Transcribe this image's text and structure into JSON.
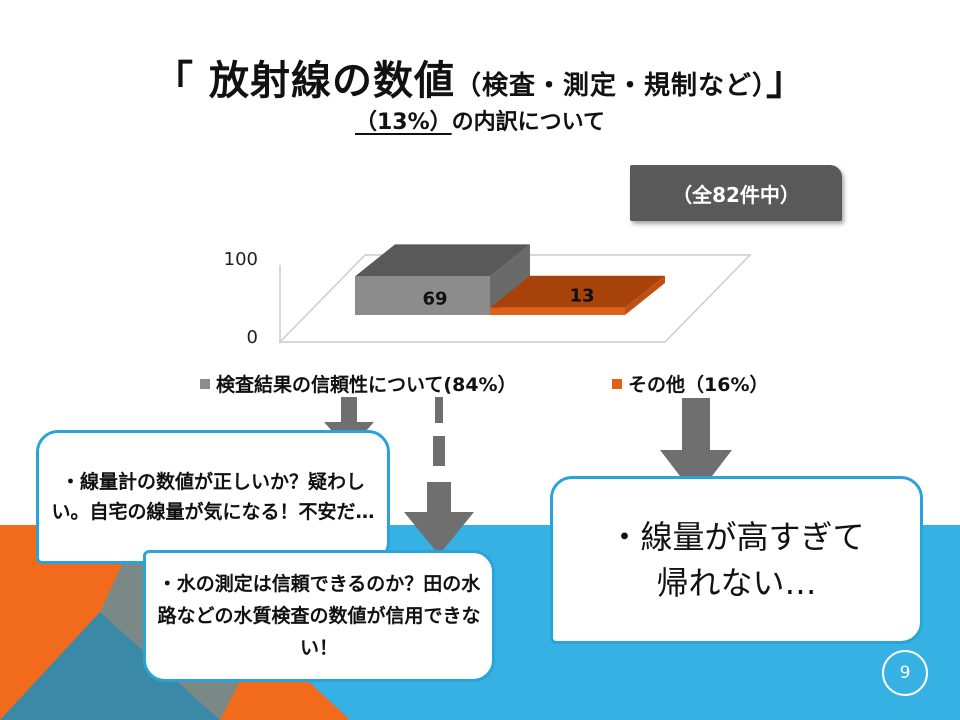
{
  "title": {
    "main_open": "「 放射線の数値",
    "main_paren": "（検査・測定・規制など）",
    "main_close": "」",
    "sub_underlined": "（13%）",
    "sub_rest": "の内訳について"
  },
  "total_label": "（全82件中）",
  "chart_data": {
    "type": "bar",
    "categories": [
      "検査結果の信頼性について(84%）",
      "その他（16%）"
    ],
    "values": [
      69,
      13
    ],
    "ylim": [
      0,
      100
    ],
    "yticks": [
      "100",
      "0"
    ],
    "colors": [
      "#8c8c8c",
      "#e0601a"
    ],
    "legend_placement": "bottom",
    "grid": false,
    "three_d": true
  },
  "bubbles": {
    "a": "・線量計の数値が正しいか？疑わしい。自宅の線量が気になる！不安だ…",
    "b": "・水の測定は信頼できるのか？田の水路などの水質検査の数値が信用できない！",
    "c_line1": "・線量が高すぎて",
    "c_line2": "帰れない…"
  },
  "page_number": "9",
  "colors": {
    "accent_blue": "#2aa3d8",
    "accent_orange": "#f26a1b",
    "arrow_gray": "#6f6f6f",
    "dark_box": "#595959"
  }
}
